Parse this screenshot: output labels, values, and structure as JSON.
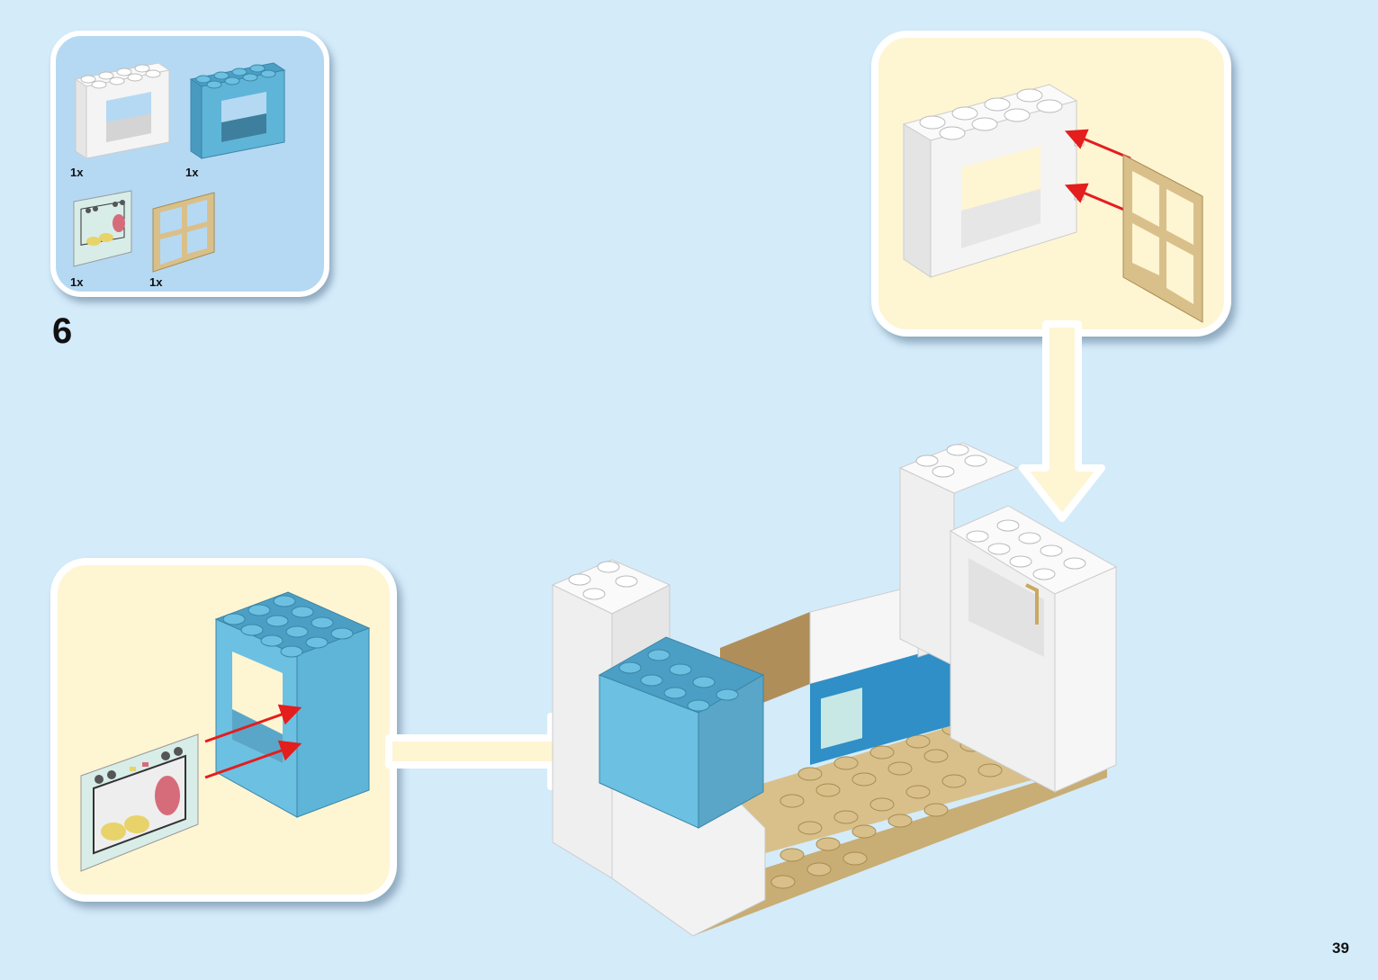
{
  "page": {
    "type": "building-instructions",
    "step_number": "6",
    "page_number": "39",
    "background_color": "#d4ebfa",
    "callout_color": "#fef5d3",
    "parts_panel_color": "#b5d9f3"
  },
  "parts_list": {
    "items": [
      {
        "name": "white-window-frame-2x4x3",
        "color": "#f2f2f2",
        "quantity": "1x"
      },
      {
        "name": "medium-azure-window-frame-2x4x3",
        "color": "#5fb5d8",
        "quantity": "1x"
      },
      {
        "name": "oven-door-printed-panel",
        "color": "#d8ede8",
        "quantity": "1x"
      },
      {
        "name": "tan-window-pane-4-panel",
        "color": "#d9c08a",
        "quantity": "1x"
      }
    ]
  },
  "callouts": [
    {
      "name": "sub-assembly-white-frame-with-window",
      "parts": [
        "white-window-frame-2x4x3",
        "tan-window-pane-4-panel"
      ],
      "attach_arrows": 2
    },
    {
      "name": "sub-assembly-azure-frame-with-oven-door",
      "parts": [
        "medium-azure-window-frame-2x4x3",
        "oven-door-printed-panel"
      ],
      "attach_arrows": 2
    }
  ],
  "colors": {
    "arrow_red": "#e41d1d",
    "tan": "#d9c08a",
    "azure": "#5fb5d8",
    "white_brick": "#f2f2f2"
  }
}
